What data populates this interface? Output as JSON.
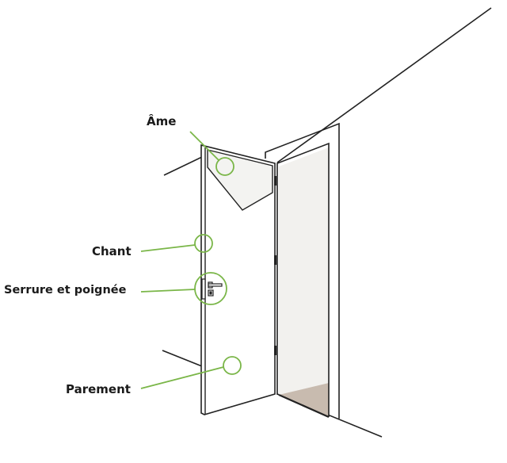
{
  "labels": {
    "ame": "Âme",
    "chant": "Chant",
    "serrure": "Serrure et poignée",
    "parement": "Parement"
  },
  "colors": {
    "accent": "#7ab648",
    "line": "#222222",
    "opening": "#f2f1ee",
    "floor": "#c8bbaf"
  }
}
